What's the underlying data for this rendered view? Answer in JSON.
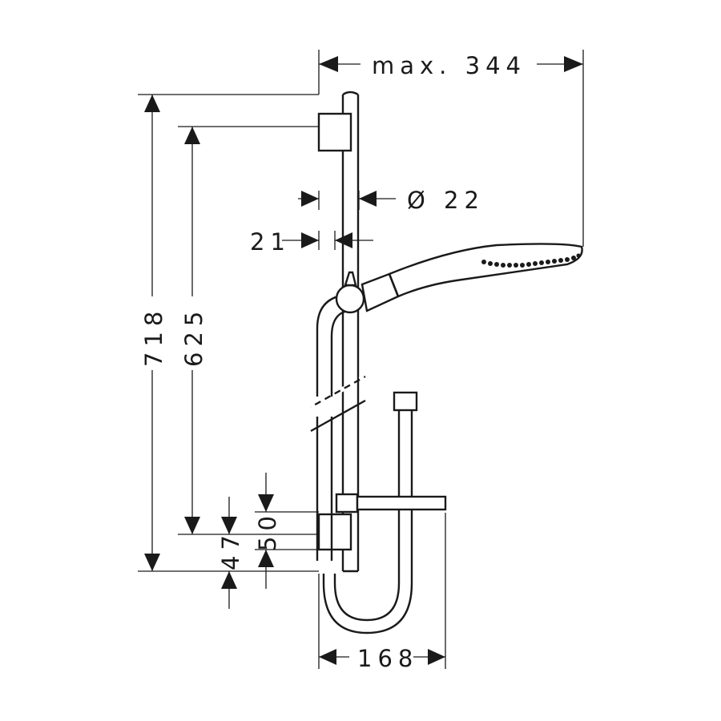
{
  "drawing": {
    "dimensions": {
      "max_width": "max. 344",
      "diameter": "Ø 22",
      "offset": "21",
      "total_height": "718",
      "hole_distance": "625",
      "bottom_offset": "47",
      "holder_height": "50",
      "shelf_width": "168"
    },
    "colors": {
      "line": "#1a1a1a",
      "background": "#ffffff"
    }
  }
}
